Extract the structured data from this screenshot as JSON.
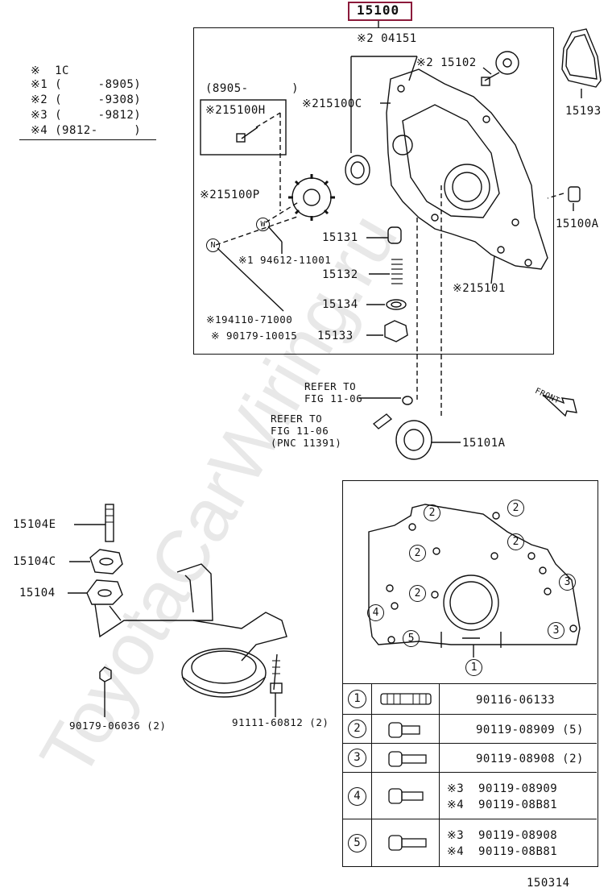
{
  "header_part": "15100",
  "legend": {
    "title": "※  1C",
    "rows": [
      "※1 (     -8905)",
      "※2 (     -9308)",
      "※3 (     -9812)",
      "※4 (9812-     )"
    ]
  },
  "labels": {
    "l204151": "※2 04151",
    "l215102": "※2 15102",
    "l15193": "15193",
    "l8905": "(8905-      )",
    "l215100H": "※215100H",
    "l215100C": "※215100C",
    "l215100P": "※215100P",
    "l15100A": "15100A",
    "l15131": "15131",
    "l15132": "15132",
    "l15134": "15134",
    "l15133": "15133",
    "l215101": "※215101",
    "l94612": "※1 94612-11001",
    "l194110": "※194110-71000",
    "l90179_10015": "※ 90179-10015",
    "refer1_a": "REFER TO",
    "refer1_b": "FIG 11-06",
    "refer2_a": "REFER TO",
    "refer2_b": "FIG 11-06",
    "refer2_c": "(PNC 11391)",
    "l15101A": "15101A",
    "front": "FRONT",
    "l15104E": "15104E",
    "l15104C": "15104C",
    "l15104": "15104",
    "l90179_06036": "90179-06036 (2)",
    "l91111": "91111-60812 (2)",
    "diagram_id": "150314",
    "watermark": "ToyotaCarWiring.ru"
  },
  "marks": {
    "n": "N",
    "w": "W"
  },
  "callouts": [
    "1",
    "2",
    "3",
    "4",
    "5"
  ],
  "bolt_table": [
    {
      "num": "1",
      "parts": [
        "90116-06133"
      ]
    },
    {
      "num": "2",
      "parts": [
        "90119-08909 (5)"
      ]
    },
    {
      "num": "3",
      "parts": [
        "90119-08908 (2)"
      ]
    },
    {
      "num": "4",
      "parts": [
        "※3  90119-08909",
        "※4  90119-08B81"
      ]
    },
    {
      "num": "5",
      "parts": [
        "※3  90119-08908",
        "※4  90119-08B81"
      ]
    }
  ],
  "colors": {
    "header_box": "#8b1a3a",
    "watermark": "#e6e6e6"
  }
}
